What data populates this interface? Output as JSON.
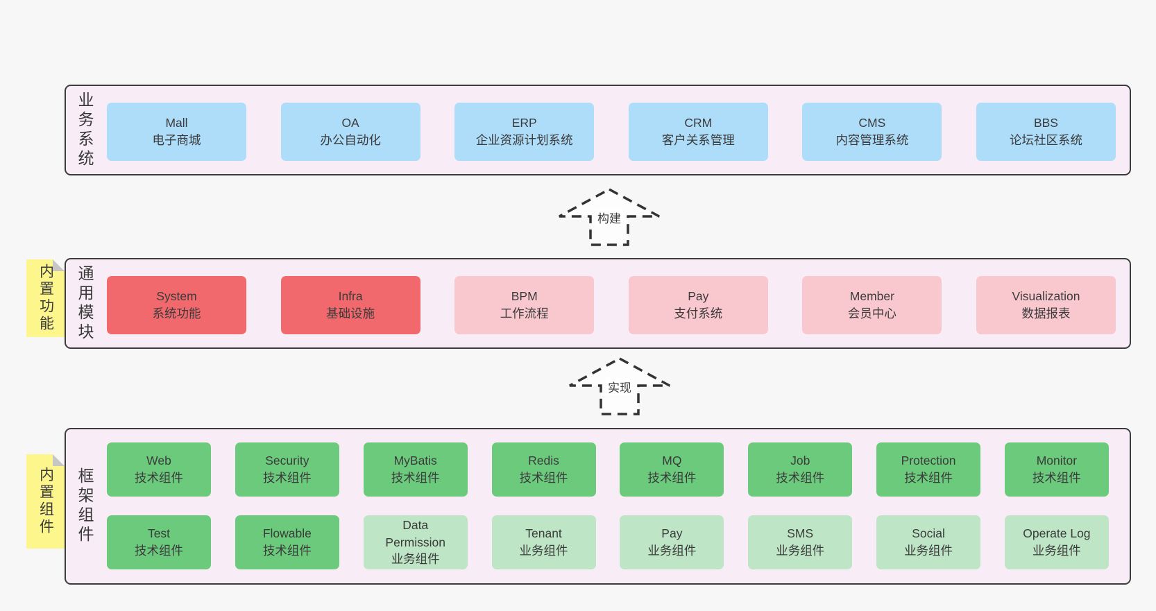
{
  "colors": {
    "bg": "#f7f7f7",
    "band": "#f8edf6",
    "band_border": "#3c3c3c",
    "blue": "#aeddfa",
    "red": "#f1696d",
    "pink": "#f9c8cf",
    "green_dark": "#6cca7d",
    "green_light": "#bee5c5",
    "yellow": "#fcf68c",
    "fold": "#c6c6c6",
    "arrow_stroke": "#333333"
  },
  "diagram": {
    "arrows": [
      {
        "label": "构建"
      },
      {
        "label": "实现"
      }
    ],
    "bands": [
      {
        "label": "业务系统",
        "note": null,
        "rows": [
          [
            {
              "name": "Mall",
              "desc": "电子商城",
              "variant": "blue"
            },
            {
              "name": "OA",
              "desc": "办公自动化",
              "variant": "blue"
            },
            {
              "name": "ERP",
              "desc": "企业资源计划系统",
              "variant": "blue"
            },
            {
              "name": "CRM",
              "desc": "客户关系管理",
              "variant": "blue"
            },
            {
              "name": "CMS",
              "desc": "内容管理系统",
              "variant": "blue"
            },
            {
              "name": "BBS",
              "desc": "论坛社区系统",
              "variant": "blue"
            }
          ]
        ]
      },
      {
        "label": "通用模块",
        "note": "内置功能",
        "rows": [
          [
            {
              "name": "System",
              "desc": "系统功能",
              "variant": "red"
            },
            {
              "name": "Infra",
              "desc": "基础设施",
              "variant": "red"
            },
            {
              "name": "BPM",
              "desc": "工作流程",
              "variant": "pink"
            },
            {
              "name": "Pay",
              "desc": "支付系统",
              "variant": "pink"
            },
            {
              "name": "Member",
              "desc": "会员中心",
              "variant": "pink"
            },
            {
              "name": "Visualization",
              "desc": "数据报表",
              "variant": "pink"
            }
          ]
        ]
      },
      {
        "label": "框架组件",
        "note": "内置组件",
        "rows": [
          [
            {
              "name": "Web",
              "desc": "技术组件",
              "variant": "green-dark"
            },
            {
              "name": "Security",
              "desc": "技术组件",
              "variant": "green-dark"
            },
            {
              "name": "MyBatis",
              "desc": "技术组件",
              "variant": "green-dark"
            },
            {
              "name": "Redis",
              "desc": "技术组件",
              "variant": "green-dark"
            },
            {
              "name": "MQ",
              "desc": "技术组件",
              "variant": "green-dark"
            },
            {
              "name": "Job",
              "desc": "技术组件",
              "variant": "green-dark"
            },
            {
              "name": "Protection",
              "desc": "技术组件",
              "variant": "green-dark"
            },
            {
              "name": "Monitor",
              "desc": "技术组件",
              "variant": "green-dark"
            }
          ],
          [
            {
              "name": "Test",
              "desc": "技术组件",
              "variant": "green-dark"
            },
            {
              "name": "Flowable",
              "desc": "技术组件",
              "variant": "green-dark"
            },
            {
              "name": "Data Permission",
              "desc": "业务组件",
              "variant": "green-light"
            },
            {
              "name": "Tenant",
              "desc": "业务组件",
              "variant": "green-light"
            },
            {
              "name": "Pay",
              "desc": "业务组件",
              "variant": "green-light"
            },
            {
              "name": "SMS",
              "desc": "业务组件",
              "variant": "green-light"
            },
            {
              "name": "Social",
              "desc": "业务组件",
              "variant": "green-light"
            },
            {
              "name": "Operate Log",
              "desc": "业务组件",
              "variant": "green-light"
            }
          ]
        ]
      }
    ]
  }
}
